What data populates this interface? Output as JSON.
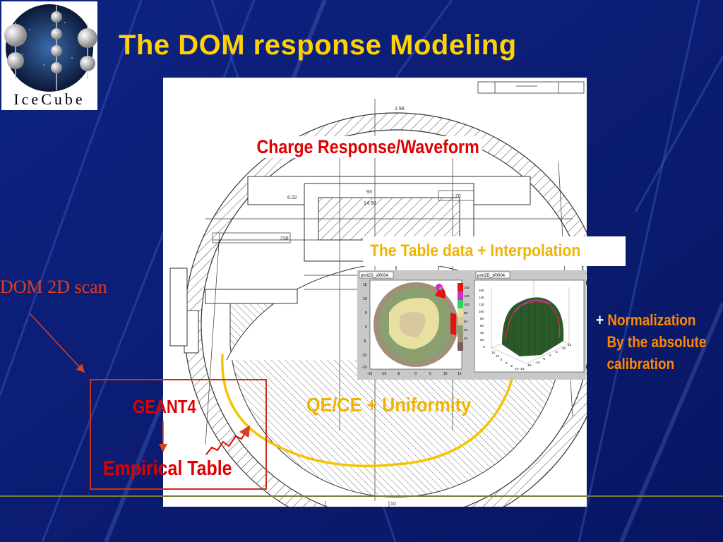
{
  "slide": {
    "title": "The DOM response Modeling",
    "logo_text": "IceCube",
    "labels": {
      "charge_response": "Charge Response/Waveform",
      "table_interpolation": "The Table data +  Interpolation",
      "qe_ce": "QE/CE + Uniformity",
      "dom_scan": "DOM 2D scan",
      "geant4": "GEANT4",
      "empirical_table": "Empirical Table",
      "normalization_plus": "+",
      "normalization": "Normalization",
      "by_absolute": "By the absolute",
      "calibration": "calibration"
    },
    "plots": {
      "left_title": "pmt2D_sf0004",
      "right_title": "pmt2D_sf0004",
      "left_y_ticks": [
        "15",
        "10",
        "5",
        "0",
        "-5",
        "-10",
        "-15"
      ],
      "left_x_ticks": [
        "-15",
        "-10",
        "-5",
        "0",
        "5",
        "10",
        "15"
      ],
      "right_z_ticks": [
        "160",
        "140",
        "120",
        "100",
        "80",
        "60",
        "40",
        "20",
        "0"
      ],
      "right_x_ticks": [
        "15",
        "10",
        "5",
        "0",
        "-5",
        "-10",
        "-15"
      ],
      "right_y_ticks": [
        "-15",
        "-10",
        "-5",
        "0",
        "5",
        "10",
        "15"
      ],
      "colorbar_ticks": [
        "140",
        "120",
        "100",
        "80",
        "60",
        "40",
        "20"
      ]
    },
    "drawing": {
      "dim_298": "2.98",
      "dim_602": "6.02",
      "dim_93": "93",
      "dim_450": "14.50",
      "dim_120": "1.20",
      "dim_238": "238",
      "dim_10": "10"
    }
  }
}
